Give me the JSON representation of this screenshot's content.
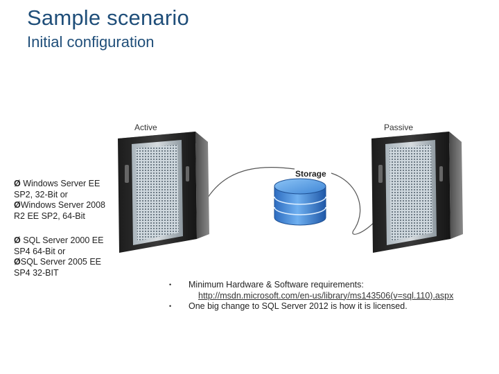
{
  "header": {
    "title": "Sample scenario",
    "subtitle": "Initial configuration"
  },
  "diagram": {
    "active_label": "Active",
    "passive_label": "Passive",
    "storage_label": "Storage"
  },
  "os_list": {
    "bullet": "Ø",
    "lines": [
      " Windows Server EE SP2, 32-Bit  or",
      "Windows Server 2008 R2 EE SP2, 64-Bit"
    ]
  },
  "sql_list": {
    "bullet": "Ø",
    "lines": [
      " SQL Server 2000 EE SP4 64-Bit or",
      "SQL Server 2005 EE SP4 32-BIT"
    ]
  },
  "requirements": {
    "bullet": "•",
    "items": [
      "Minimum Hardware & Software requirements:",
      "One big change to SQL Server 2012 is how it is licensed."
    ],
    "link": "http://msdn.microsoft.com/en-us/library/ms143506(v=sql.110).aspx"
  },
  "colors": {
    "title": "#1f4e79",
    "storage_fill": "#3a7fd0",
    "server_body": "#2a2a2a"
  }
}
